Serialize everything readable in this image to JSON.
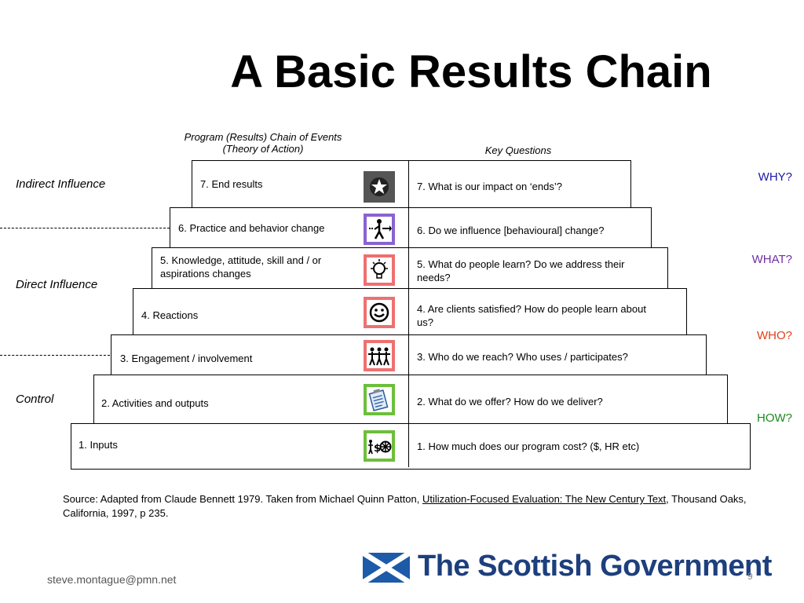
{
  "title": "A Basic Results Chain",
  "headers": {
    "left_line1": "Program (Results) Chain of Events",
    "left_line2": "(Theory of Action)",
    "right": "Key Questions"
  },
  "influence_labels": {
    "indirect": "Indirect Influence",
    "direct": "Direct Influence",
    "control": "Control"
  },
  "question_labels": {
    "why": "WHY?",
    "what": "WHAT?",
    "who": "WHO?",
    "how": "HOW?"
  },
  "colors": {
    "why": "#1a1aaa",
    "what": "#7030a0",
    "who": "#e0401a",
    "how": "#1a8a1a",
    "icon_end_results": "#555555",
    "icon_practice": "#8a63d2",
    "icon_knowledge": "#ee7070",
    "icon_reactions": "#ee7070",
    "icon_engagement": "#ee7070",
    "icon_activities": "#6cbf3a",
    "icon_inputs": "#6cbf3a"
  },
  "tiers": [
    {
      "id": "7",
      "label": "7.  End results",
      "question": "7.  What is our impact on ‘ends’?",
      "icon": "star-icon"
    },
    {
      "id": "6",
      "label": "6.  Practice and behavior change",
      "question": "6.  Do we influence [behavioural] change?",
      "icon": "walking-person-icon"
    },
    {
      "id": "5",
      "label": "5.  Knowledge, attitude, skill and / or aspirations changes",
      "question": "5.  What do people learn?  Do we address their needs?",
      "icon": "lightbulb-icon"
    },
    {
      "id": "4",
      "label": "4.  Reactions",
      "question": "4.    Are clients satisfied?  How do people learn about us?",
      "icon": "smiley-icon"
    },
    {
      "id": "3",
      "label": "3.  Engagement / involvement",
      "question": "3.  Who do we reach?  Who uses / participates?",
      "icon": "people-icon"
    },
    {
      "id": "2",
      "label": "2.  Activities and outputs",
      "question": "2.  What do we offer?  How do we deliver?",
      "icon": "clipboard-icon"
    },
    {
      "id": "1",
      "label": "1.  Inputs",
      "question": "1.  How much does our program cost? ($, HR etc)",
      "icon": "resources-icon"
    }
  ],
  "source": {
    "prefix": "Source:  Adapted from Claude Bennett 1979.  Taken from Michael Quinn Patton, ",
    "book": "Utilization-Focused Evaluation:  The New Century Text",
    "suffix": ", Thousand Oaks, California, 1997, p 235."
  },
  "footer": {
    "email": "steve.montague@pmn.net",
    "logo_text": "The Scottish Government",
    "page_number": "9"
  }
}
